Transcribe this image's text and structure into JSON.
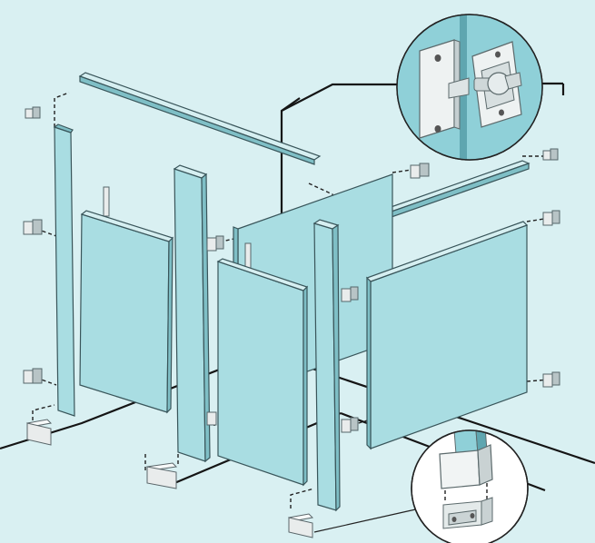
{
  "diagram": {
    "colors": {
      "background": "#d9f0f2",
      "panel": "#a9dde2",
      "panel_edge": "#7fbfc6",
      "outline": "#39555a",
      "floor_line": "#151515",
      "hardware": "#e9ecec"
    },
    "parts": [
      "pilaster",
      "door-panel",
      "partition-panel",
      "headrail",
      "wall-bracket",
      "pilaster-shoe",
      "door-latch",
      "floor-bracket"
    ],
    "detail_callouts": [
      "door-latch-detail",
      "pilaster-floor-mount-detail"
    ]
  }
}
